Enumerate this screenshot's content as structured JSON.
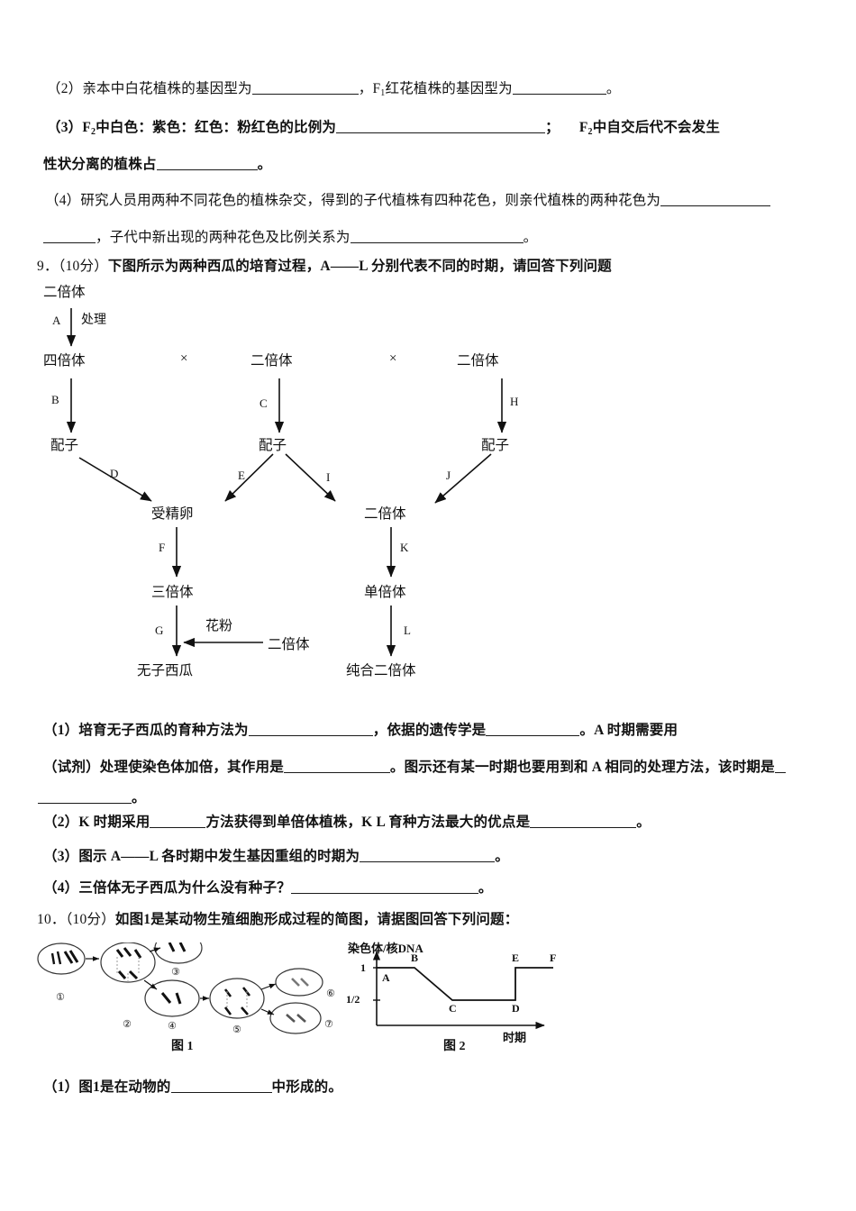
{
  "document": {
    "kind": "exam-paper",
    "subject_hint": "biology-genetics"
  },
  "q8": {
    "item2": {
      "prefix": "（2）亲本中白花植株的基因型为",
      "mid": "，F",
      "sub1": "1",
      "mid2": "红花植株的基因型为",
      "end": "。"
    },
    "item3": {
      "prefix": "（3）F",
      "sub1": "2",
      "text1": "中白色：紫色：红色：粉红色的比例为",
      "semi": "；",
      "text2": "F",
      "sub2": "2",
      "text3": "中自交后代不会发生",
      "line2_prefix": "性状分离的植株占",
      "line2_end": "。"
    },
    "item4": {
      "line1": "（4）研究人员用两种不同花色的植株杂交，得到的子代植株有四种花色，则亲代植株的两种花色为",
      "line2_prefix": "，子代中新出现的两种花色及比例关系为",
      "line2_end": "。"
    }
  },
  "q9": {
    "number": "9．",
    "score": "（10分）",
    "stem": "下图所示为两种西瓜的培育过程，A——L 分别代表不同的时期，请回答下列问题",
    "flowchart": {
      "nodes": [
        {
          "id": "n-diploid-top",
          "label": "二倍体"
        },
        {
          "id": "n-tetraploid",
          "label": "四倍体"
        },
        {
          "id": "n-diploid-mid",
          "label": "二倍体"
        },
        {
          "id": "n-diploid-right",
          "label": "二倍体"
        },
        {
          "id": "n-gamete-left",
          "label": "配子"
        },
        {
          "id": "n-gamete-mid",
          "label": "配子"
        },
        {
          "id": "n-gamete-right",
          "label": "配子"
        },
        {
          "id": "n-zygote",
          "label": "受精卵"
        },
        {
          "id": "n-diploid-lower",
          "label": "二倍体"
        },
        {
          "id": "n-triploid",
          "label": "三倍体"
        },
        {
          "id": "n-haploid",
          "label": "单倍体"
        },
        {
          "id": "n-seedless",
          "label": "无子西瓜"
        },
        {
          "id": "n-pure-diploid",
          "label": "纯合二倍体"
        },
        {
          "id": "n-pollen-source",
          "label": "二倍体"
        }
      ],
      "stage_labels": [
        "A",
        "B",
        "C",
        "D",
        "E",
        "F",
        "G",
        "H",
        "I",
        "J",
        "K",
        "L"
      ],
      "annotations": {
        "treatment": "处理",
        "pollen": "花粉",
        "cross_symbol": "×"
      }
    },
    "item1": {
      "line1_a": "（1）培育无子西瓜的育种方法为",
      "line1_b": "，依据的遗传学是",
      "line1_c": "。A 时期需要用",
      "line2_a": "（试剂）处理使染色体加倍，其作用是",
      "line2_b": "。图示还有某一时期也要用到和 A 相同的处理方法，该时期是",
      "line3_end": "。"
    },
    "item2": {
      "a": "（2）K 时期采用",
      "b": "方法获得到单倍体植株，K L 育种方法最大的优点是",
      "c": "。"
    },
    "item3": {
      "a": "（3）图示 A——L 各时期中发生基因重组的时期为",
      "b": "。"
    },
    "item4": {
      "a": "（4）三倍体无子西瓜为什么没有种子？",
      "b": "。"
    }
  },
  "q10": {
    "number": "10．",
    "score": "（10分）",
    "stem": "如图1是某动物生殖细胞形成过程的简图，请据图回答下列问题：",
    "fig1": {
      "caption": "图 1",
      "cell_numbers": [
        "①",
        "②",
        "③",
        "④",
        "⑤",
        "⑥",
        "⑦"
      ]
    },
    "item1": {
      "a": "（1）图1是在动物的",
      "b": "中形成的。"
    }
  },
  "chart_data": {
    "type": "line",
    "title": "图 2",
    "ylabel": "染色体/核DNA",
    "xlabel": "时期",
    "ytick_labels": [
      "1",
      "1/2"
    ],
    "ytick_values": [
      1,
      0.5
    ],
    "ylim": [
      0,
      1.25
    ],
    "grid": false,
    "legend": "none",
    "annotations": [
      "A",
      "B",
      "C",
      "D",
      "E",
      "F"
    ],
    "points": [
      {
        "label": "A",
        "x": 0,
        "y": 1.0
      },
      {
        "label": "B",
        "x": 22,
        "y": 1.0
      },
      {
        "label": "C",
        "x": 45,
        "y": 0.5
      },
      {
        "label": "D",
        "x": 72,
        "y": 0.5
      },
      {
        "label": "E",
        "x": 72,
        "y": 1.0
      },
      {
        "label": "F",
        "x": 100,
        "y": 1.0
      }
    ],
    "description": "Ratio stays at 1 from A to B, falls linearly to 1/2 at C, stays flat to D, jumps vertically to 1 at E, stays flat to F."
  }
}
